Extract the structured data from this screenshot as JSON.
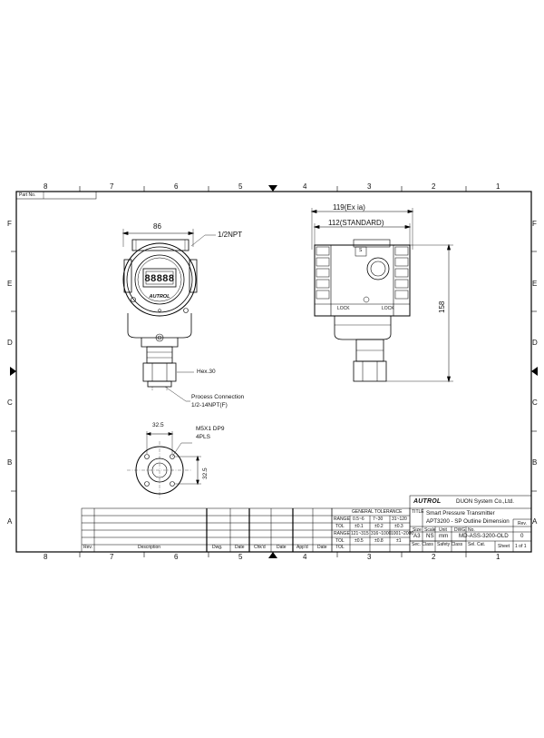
{
  "sheet": {
    "zone_numbers": [
      "8",
      "7",
      "6",
      "5",
      "4",
      "3",
      "2",
      "1"
    ],
    "zone_letters": [
      "F",
      "E",
      "D",
      "C",
      "B",
      "A"
    ],
    "part_no_label": "Part No."
  },
  "front_view": {
    "width_dim": "86",
    "conduit_label": "1/2NPT",
    "hex_label": "Hex.30",
    "process_label_line1": "Process Connection",
    "process_label_line2": "1/2-14NPT(F)",
    "display_digits": "88888",
    "logo_text": "AUTROL"
  },
  "side_view": {
    "dim_exia": "119(Ex ia)",
    "dim_standard": "112(STANDARD)",
    "dim_height": "158",
    "lock_left": "LOCK",
    "lock_right": "LOCK",
    "small_s": "S"
  },
  "flange_view": {
    "dim_horizontal": "32.5",
    "dim_vertical": "32.5",
    "thread_label_line1": "M5X1 DP9",
    "thread_label_line2": "4PLS"
  },
  "title_block": {
    "company_logo": "AUTROL",
    "company_name": "DUON System Co.,Ltd.",
    "title_label": "TITLE",
    "title_line1": "Smart Pressure Transmitter",
    "title_line2": "APT3200 - SP Outline Dimension",
    "general_tolerance": "GENERAL TOLERANCE",
    "range_label": "RANGE",
    "tol_label": "TOL",
    "tol_ranges_a": [
      "0.5~6",
      "7~30",
      "31~120"
    ],
    "tol_values_a": [
      "±0.1",
      "±0.2",
      "±0.3"
    ],
    "tol_ranges_b": [
      "121~315",
      "316~1000",
      "1001~2000"
    ],
    "tol_values_b": [
      "±0.5",
      "±0.8",
      "±1"
    ],
    "size_label": "Size",
    "size_value": "A3",
    "scale_label": "Scale",
    "scale_value": "NS",
    "unit_label": "Unit",
    "unit_value": "mm",
    "dwg_no_label": "DWG. No.",
    "dwg_no_value": "MD-ASS-3200-OLD",
    "rev_label": "Rev.",
    "rev_value": "0",
    "sec_class_label": "Sec. Class",
    "safety_class_label": "Safety Class",
    "sel_cat_label": "Sel. Cat.",
    "sheet_label": "Sheet",
    "sheet_value": "1 of 1",
    "rev_headers": [
      "Rev.",
      "Description",
      "Dwg.",
      "Date",
      "Chk'd",
      "Date",
      "App'd",
      "Date"
    ]
  }
}
